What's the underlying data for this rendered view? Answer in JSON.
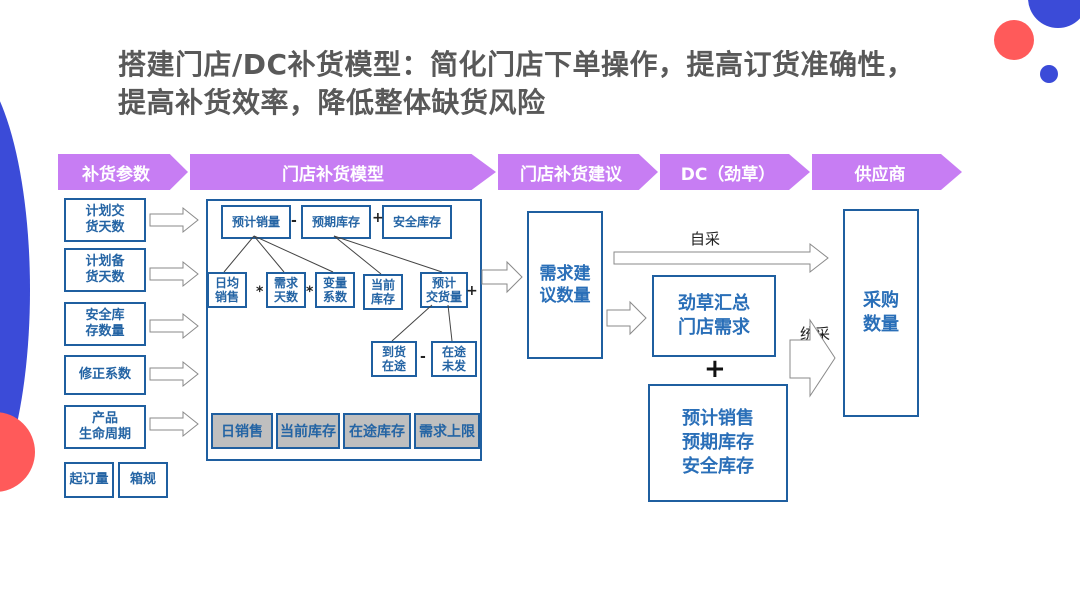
{
  "title_line1": "搭建门店/DC补货模型：简化门店下单操作，提高订货准确性，",
  "title_line2": "提高补货效率，降低整体缺货风险",
  "banners": {
    "params": "补货参数",
    "model": "门店补货模型",
    "suggest": "门店补货建议",
    "dc": "DC（劲草）",
    "supplier": "供应商"
  },
  "params": {
    "delivery_days": "计划交\n货天数",
    "stock_days": "计划备\n货天数",
    "safety_qty": "安全库\n存数量",
    "correction": "修正系数",
    "lifecycle": "产品\n生命周期",
    "moq": "起订量",
    "pack": "箱规"
  },
  "model": {
    "forecast_sales": "预计销量",
    "expected_stock": "预期库存",
    "safety_stock": "安全库存",
    "daily_avg_sales": "日均\n销售",
    "demand_days": "需求\n天数",
    "variable_coef": "变量\n系数",
    "current_stock": "当前\n库存",
    "forecast_delivery": "预计\n交货量",
    "arrival_transit": "到货\n在途",
    "transit_unshipped": "在途\n未发",
    "inputs": [
      "日销售",
      "当前库存",
      "在途库存",
      "需求上限"
    ]
  },
  "ops": {
    "minus": "-",
    "plus": "+",
    "times": "*"
  },
  "suggest_box": "需求建\n议数量",
  "dc": {
    "self_purchase": "自采",
    "unified_purchase": "统采",
    "summary": "劲草汇总\n门店需求",
    "plus": "+",
    "dc_needs": "预计销售\n预期库存\n安全库存"
  },
  "supplier_box": "采购\n数量",
  "colors": {
    "banner": "#c77df3",
    "box_border": "#1f5fa0",
    "text_blue": "#2a6fb8",
    "grey_fill": "#bfbfbf"
  }
}
